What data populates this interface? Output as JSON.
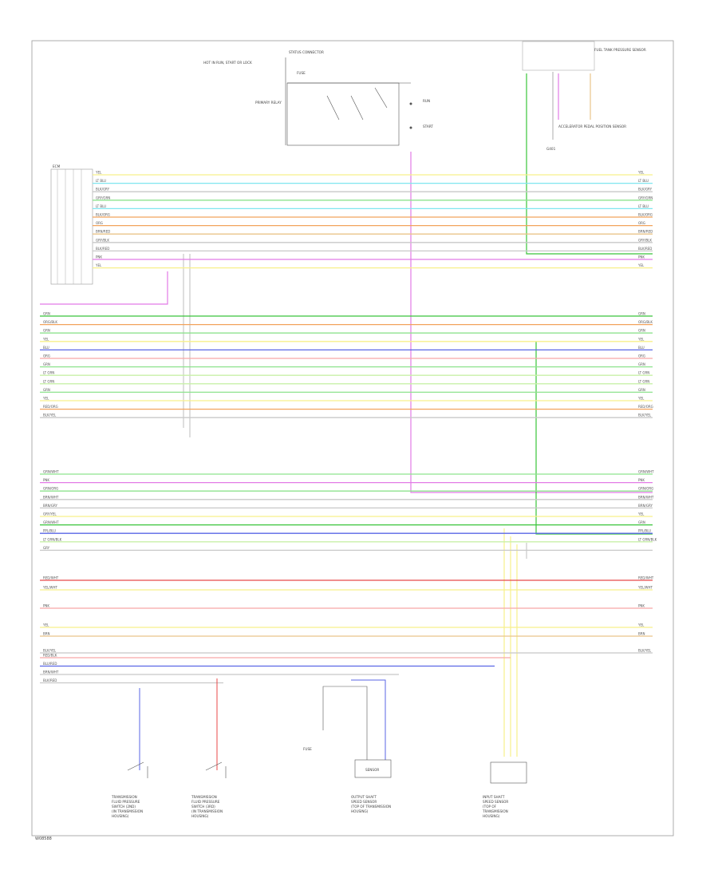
{
  "footer_code": "W08588",
  "colors": {
    "yellow": "#f7f08a",
    "cyan": "#7fe6ef",
    "grey": "#c8c8c8",
    "green": "#8ee38e",
    "bright_green": "#39c43a",
    "orange": "#f2a35c",
    "pink": "#f6a8a8",
    "red": "#e84a4a",
    "magenta": "#e27ae6",
    "blue": "#5a66e6",
    "tan": "#e9c48a",
    "lt_green": "#c8f0a8",
    "frame": "#999999"
  },
  "top_switch_block": {
    "title": "STATUS CONNECTOR",
    "left_note": "HOT IN RUN, START OR LOCK",
    "side_label": "PRIMARY RELAY",
    "labels": [
      "FUSE",
      "RUN",
      "START"
    ]
  },
  "top_right_block": {
    "title": "FUEL TANK PRESSURE SENSOR",
    "sub": "ACCELERATOR PEDAL POSITION SENSOR",
    "ground": "G401"
  },
  "left_connector": {
    "title": "ECM"
  },
  "wire_groups": [
    {
      "id": "g1",
      "wires": [
        {
          "left": "YEL",
          "right": "YEL",
          "color": "yellow"
        },
        {
          "left": "LT BLU",
          "right": "LT BLU",
          "color": "cyan"
        },
        {
          "left": "BLK/GRY",
          "right": "BLK/GRY",
          "color": "grey"
        },
        {
          "left": "GRY/GRN",
          "right": "GRY/GRN",
          "color": "green"
        },
        {
          "left": "LT BLU",
          "right": "LT BLU",
          "color": "cyan"
        },
        {
          "left": "BLK/ORG",
          "right": "BLK/ORG",
          "color": "orange"
        },
        {
          "left": "ORG",
          "right": "ORG",
          "color": "orange"
        },
        {
          "left": "BRN/RED",
          "right": "BRN/RED",
          "color": "tan"
        },
        {
          "left": "GRY/BLK",
          "right": "GRY/BLK",
          "color": "grey"
        },
        {
          "left": "BLK/RED",
          "right": "BLK/RED",
          "color": "grey"
        },
        {
          "left": "PNK",
          "right": "PNK",
          "color": "magenta"
        },
        {
          "left": "YEL",
          "right": "YEL",
          "color": "yellow"
        }
      ]
    },
    {
      "id": "g2",
      "wires": [
        {
          "left": "GRN",
          "right": "GRN",
          "color": "bright_green"
        },
        {
          "left": "ORG/BLK",
          "right": "ORG/BLK",
          "color": "orange"
        },
        {
          "left": "GRN",
          "right": "GRN",
          "color": "green"
        },
        {
          "left": "YEL",
          "right": "YEL",
          "color": "yellow"
        },
        {
          "left": "BLU",
          "right": "BLU",
          "color": "blue"
        },
        {
          "left": "ORG",
          "right": "ORG",
          "color": "pink"
        },
        {
          "left": "GRN",
          "right": "GRN",
          "color": "green"
        },
        {
          "left": "LT GRN",
          "right": "LT GRN",
          "color": "lt_green"
        },
        {
          "left": "LT GRN",
          "right": "LT GRN",
          "color": "lt_green"
        },
        {
          "left": "GRN",
          "right": "GRN",
          "color": "green"
        },
        {
          "left": "YEL",
          "right": "YEL",
          "color": "yellow"
        },
        {
          "left": "RED/ORG",
          "right": "RED/ORG",
          "color": "orange"
        },
        {
          "left": "BLK/YEL",
          "right": "BLK/YEL",
          "color": "grey"
        }
      ]
    },
    {
      "id": "g3",
      "wires": [
        {
          "left": "GRN/WHT",
          "right": "GRN/WHT",
          "color": "green"
        },
        {
          "left": "PNK",
          "right": "PNK",
          "color": "magenta"
        },
        {
          "left": "GRN/ORG",
          "right": "GRN/ORG",
          "color": "green"
        },
        {
          "left": "BRN/WHT",
          "right": "BRN/WHT",
          "color": "grey"
        },
        {
          "left": "BRN/GRY",
          "right": "BRN/GRY",
          "color": "grey"
        },
        {
          "left": "GRY/YEL",
          "right": "YEL",
          "color": "yellow"
        },
        {
          "left": "GRN/WHT",
          "right": "GRN",
          "color": "bright_green"
        },
        {
          "left": "PPL/BLU",
          "right": "PPL/BLU",
          "color": "blue"
        },
        {
          "left": "LT GRN/BLK",
          "right": "LT GRN/BLK",
          "color": "lt_green"
        },
        {
          "left": "GRY",
          "right": "",
          "color": "grey"
        }
      ]
    },
    {
      "id": "g4",
      "wires": [
        {
          "left": "RED/WHT",
          "right": "RED/WHT",
          "color": "red"
        },
        {
          "left": "YEL/WHT",
          "right": "YEL/WHT",
          "color": "yellow"
        },
        {
          "left": "PNK",
          "right": "PNK",
          "color": "pink"
        },
        {
          "left": "YEL",
          "right": "YEL",
          "color": "yellow"
        },
        {
          "left": "BRN",
          "right": "BRN",
          "color": "tan"
        },
        {
          "left": "BLK/YEL",
          "right": "BLK/YEL",
          "color": "grey"
        }
      ]
    },
    {
      "id": "g5",
      "wires": [
        {
          "left": "RED/BLK",
          "right": "",
          "color": "pink"
        },
        {
          "left": "BLU/RED",
          "right": "",
          "color": "blue"
        },
        {
          "left": "BRN/WHT",
          "right": "",
          "color": "grey"
        },
        {
          "left": "BLK/RED",
          "right": "",
          "color": "grey"
        }
      ]
    }
  ],
  "bottom_components": [
    {
      "id": "c1",
      "lines": [
        "TRANSMISSION",
        "FLUID PRESSURE",
        "SWITCH (2ND)",
        "(IN TRANSMISSION",
        "HOUSING)"
      ]
    },
    {
      "id": "c2",
      "lines": [
        "TRANSMISSION",
        "FLUID PRESSURE",
        "SWITCH (3RD)",
        "(IN TRANSMISSION",
        "HOUSING)"
      ]
    },
    {
      "id": "c3",
      "lines": [
        "OUTPUT SHAFT",
        "SPEED SENSOR",
        "(TOP OF TRANSMISSION",
        "HOUSING)"
      ]
    },
    {
      "id": "c4",
      "lines": [
        "INPUT SHAFT",
        "SPEED SENSOR",
        "(TOP OF",
        "TRANSMISSION",
        "HOUSING)"
      ]
    }
  ],
  "bottom_extra": {
    "fuse_label": "FUSE",
    "c3_inner": "SENSOR"
  }
}
